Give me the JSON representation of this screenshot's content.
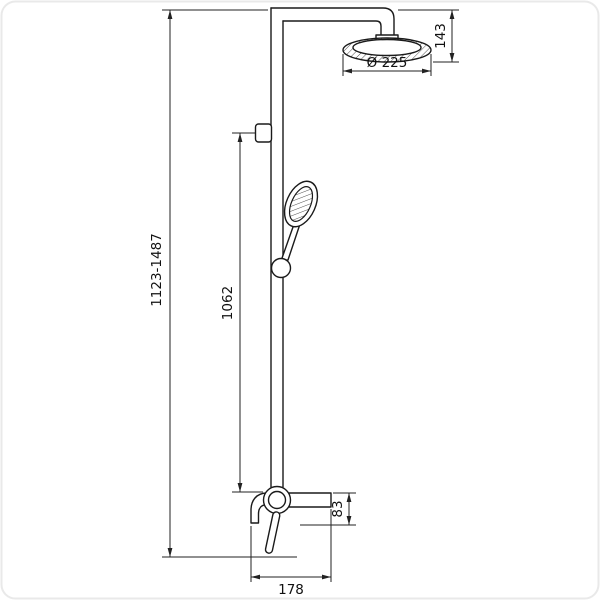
{
  "drawing": {
    "type": "technical-drawing",
    "colors": {
      "background": "#ffffff",
      "line": "#1a1a1a",
      "dimension": "#222222",
      "border": "#e9e9e9"
    },
    "dimensions": {
      "overall_height": "1123-1487",
      "riser_span": "1062",
      "head_height": "143",
      "head_diameter": "Ø 225",
      "spout_drop": "83",
      "spout_reach": "178"
    }
  }
}
